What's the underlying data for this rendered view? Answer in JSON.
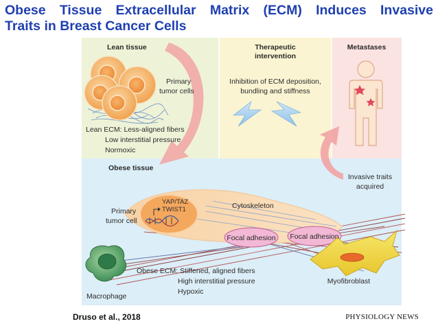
{
  "title": {
    "line1": "Obese Tissue Extracellular Matrix (ECM) Induces Invasive",
    "line2": "Traits in Breast Cancer Cells"
  },
  "panels": {
    "lean": {
      "heading": "Lean tissue",
      "cell_label_1": "Primary",
      "cell_label_2": "tumor cells",
      "ecm_1": "Lean ECM: Less-aligned fibers",
      "ecm_2": "Low interstitial pressure",
      "ecm_3": "Normoxic"
    },
    "therapeutic": {
      "heading_1": "Therapeutic",
      "heading_2": "intervention",
      "text_1": "Inhibition of ECM deposition,",
      "text_2": "bundling and stiffness"
    },
    "metastases": {
      "heading": "Metastases",
      "invasive_1": "Invasive traits",
      "invasive_2": "acquired"
    },
    "obese": {
      "heading": "Obese tissue",
      "yap": "YAP/TAZ",
      "twist": "TWIST1",
      "primary_1": "Primary",
      "primary_2": "tumor cell",
      "cytoskeleton": "Cytoskeleton",
      "focal_1": "Focal adhesion",
      "focal_2": "Focal adhesion",
      "ecm_1": "Obese ECM: Stiffened, aligned fibers",
      "ecm_2": "High interstitial pressure",
      "ecm_3": "Hypoxic",
      "macrophage": "Macrophage",
      "myofibroblast": "Myofibroblast"
    }
  },
  "footer": {
    "citation": "Druso et al., 2018",
    "publisher": "PHYSIOLOGY NEWS"
  },
  "colors": {
    "title": "#1e3fb0",
    "lean_bg": "#eef3d8",
    "therapeutic_bg": "#faf4d2",
    "metastases_bg": "#fae3e1",
    "obese_bg": "#dceef7",
    "arrow": "#f1a3a3",
    "focal": "#f2b8d5",
    "cell": "#f3b36d"
  }
}
